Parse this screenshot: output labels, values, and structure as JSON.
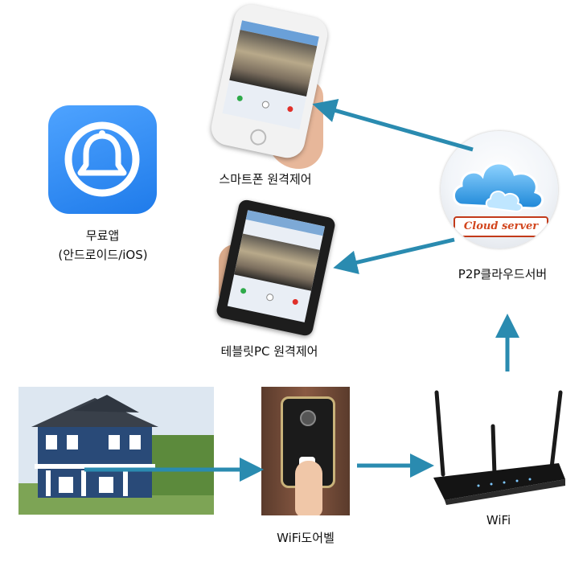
{
  "labels": {
    "smartphone": "스마트폰 원격제어",
    "tablet": "테블릿PC 원격제어",
    "free_app_line1": "무료앱",
    "free_app_line2": "(안드로이드/iOS)",
    "cloud_server": "P2P클라우드서버",
    "wifi_doorbell": "WiFi도어벨",
    "wifi": "WiFi"
  },
  "cloud_badge_text": "Cloud server",
  "colors": {
    "arrow": "#2a8bb0",
    "app_icon": "#2a86f0",
    "badge_text": "#d2461e"
  },
  "icons": [
    "bell-icon",
    "cloud-icon",
    "router-icon",
    "house-image",
    "doorbell-image",
    "smartphone-image",
    "tablet-image"
  ]
}
